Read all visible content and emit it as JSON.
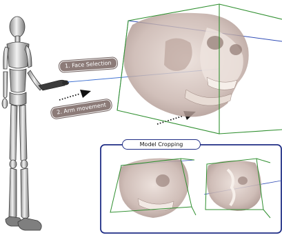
{
  "labels": {
    "face_selection": "1. Face Selection",
    "arm_movement": "2. Arm movement"
  },
  "panel": {
    "title": "Model Cropping"
  },
  "colors": {
    "frame": "#1f2d85",
    "tag_fill": "#8c7b78",
    "box_green": "#2f8f2f",
    "box_blue": "#2e4bb5",
    "skull": "#c7b2ab"
  },
  "icons": [
    "mannequin-figure",
    "vr-controller-icon",
    "dotted-arrow-icon"
  ]
}
